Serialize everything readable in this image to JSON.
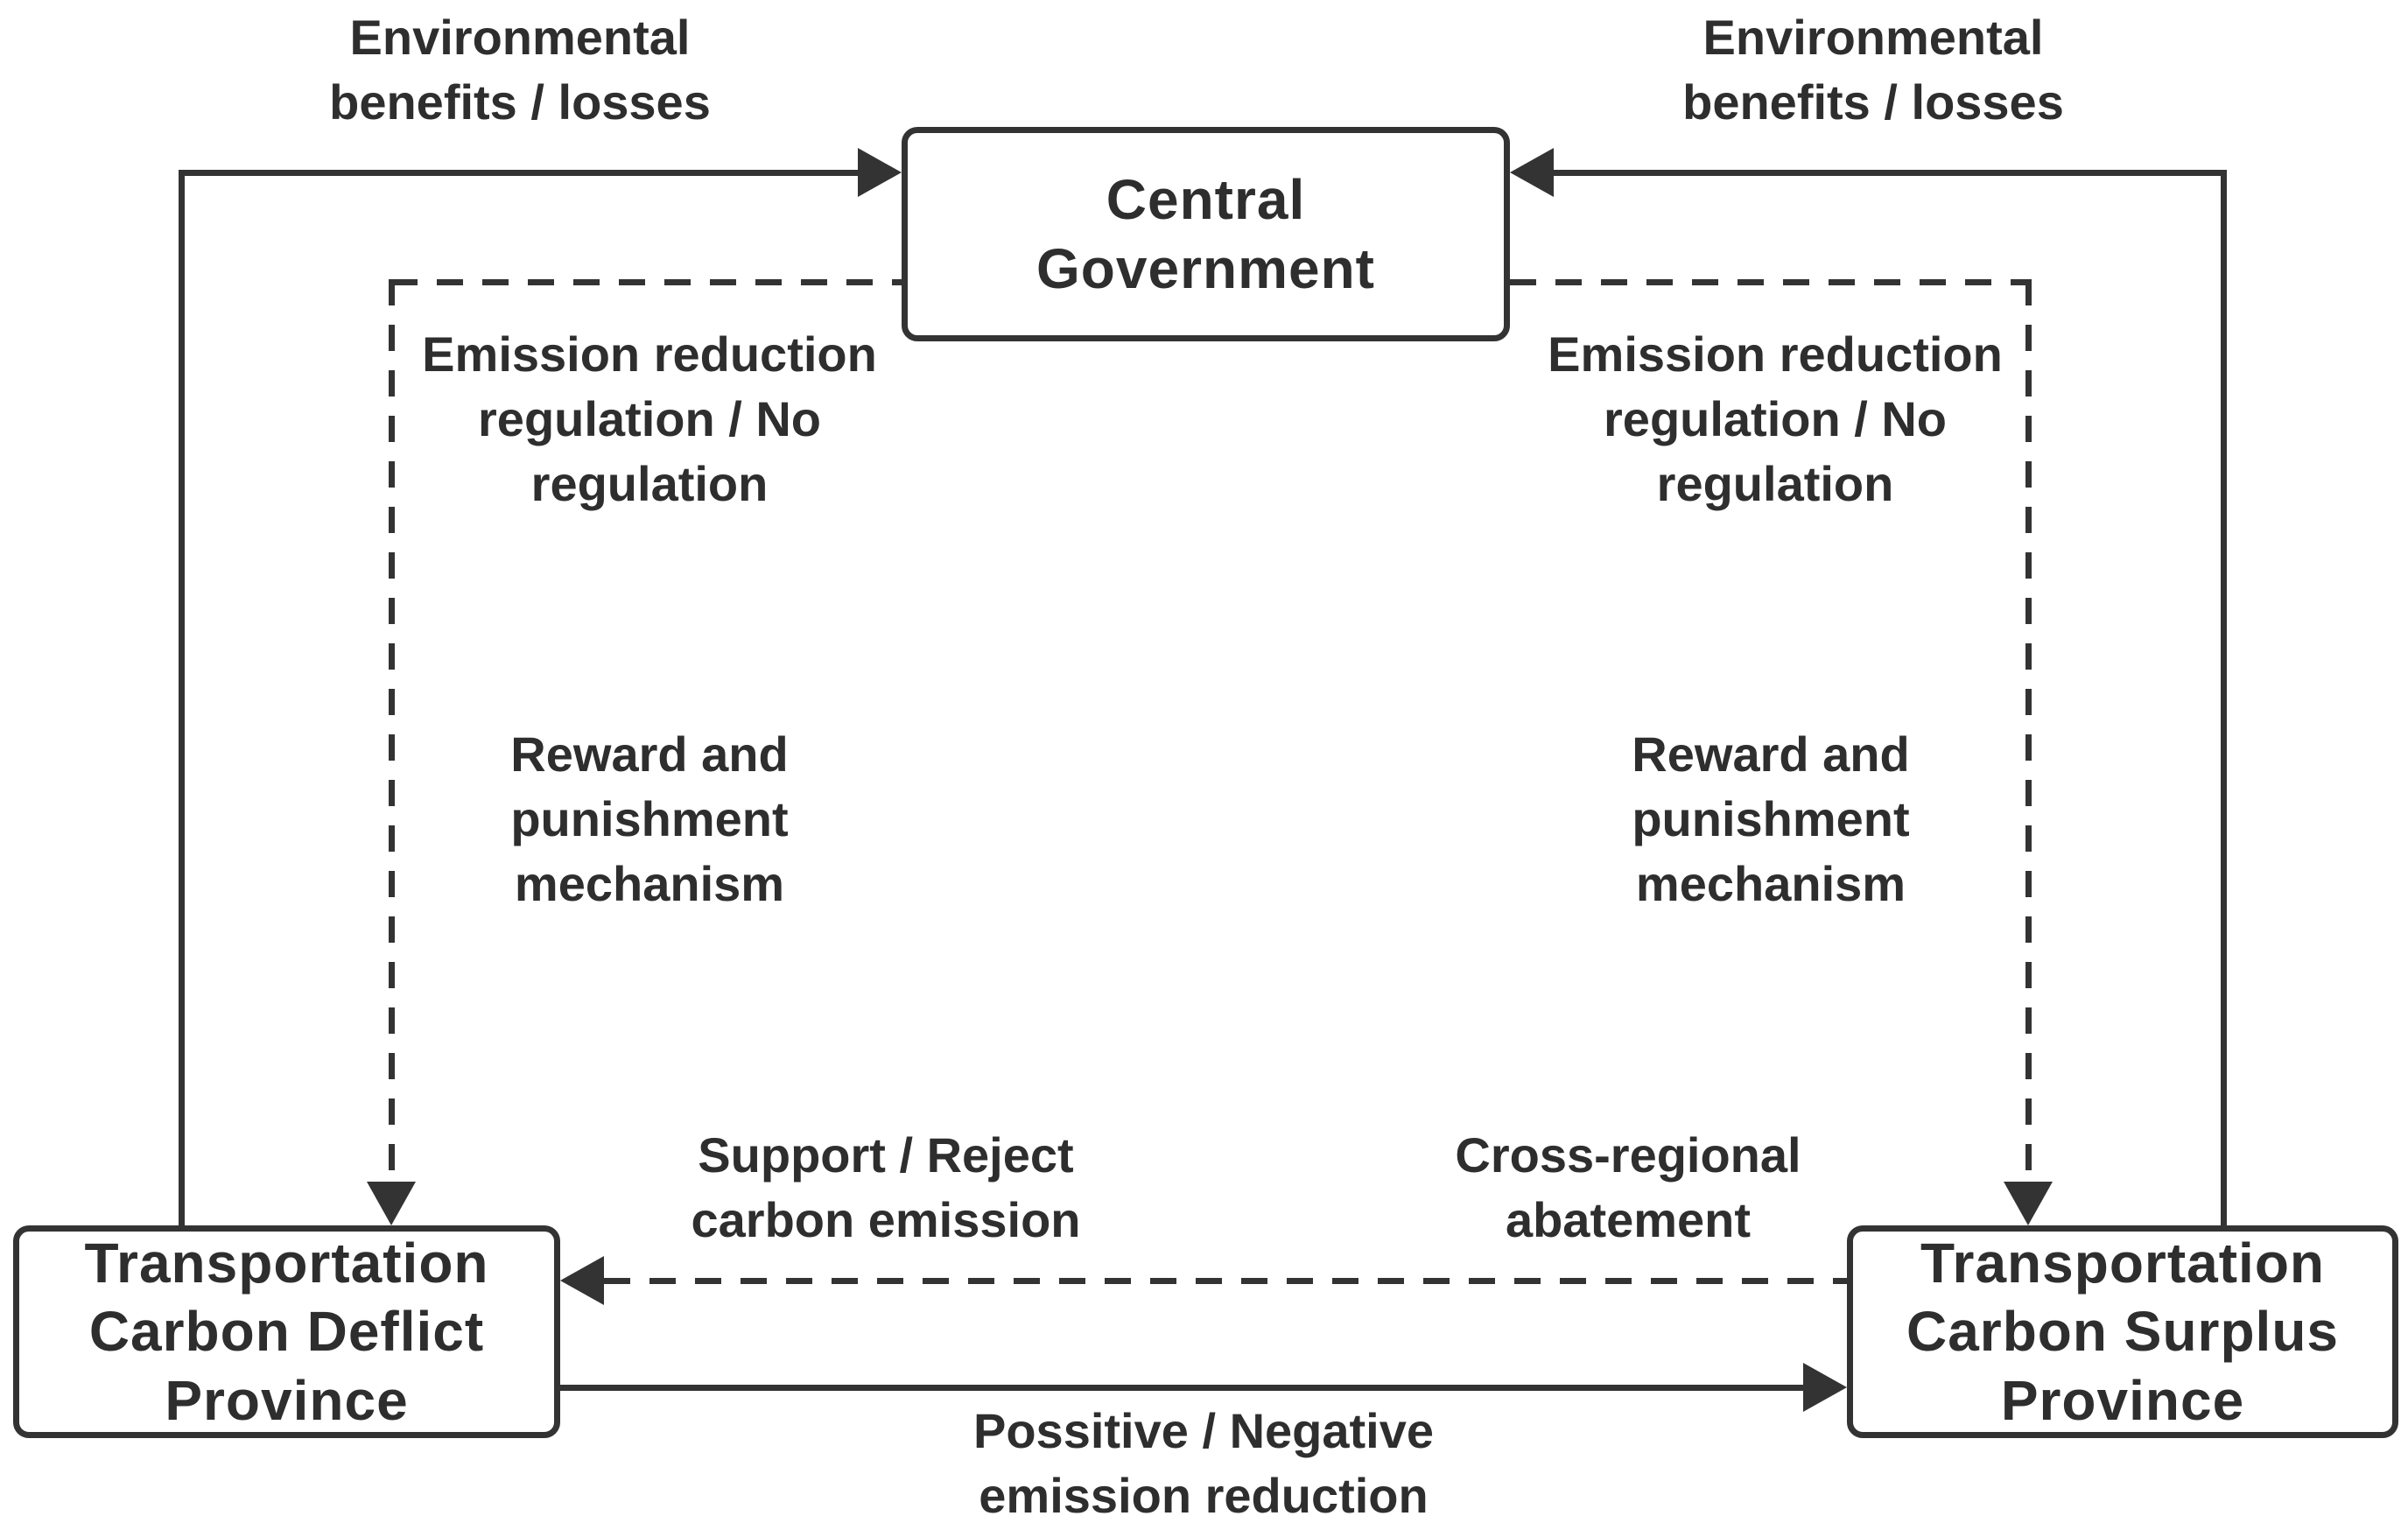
{
  "nodes": {
    "central": "Central\nGovernment",
    "deflict": "Transportation\nCarbon Deflict\nProvince",
    "surplus": "Transportation\nCarbon Surplus\nProvince"
  },
  "labels": {
    "env_left": "Environmental\nbenefits / losses",
    "env_right": "Environmental\nbenefits / losses",
    "emission_left": "Emission reduction\nregulation / No\nregulation",
    "emission_right": "Emission reduction\nregulation / No\nregulation",
    "reward_left": "Reward and\npunishment\nmechanism",
    "reward_right": "Reward and\npunishment\nmechanism",
    "support": "Support / Reject\ncarbon emission",
    "cross": "Cross-regional\nabatement",
    "possitive": "Possitive / Negative\nemission reduction"
  },
  "edges": [
    {
      "from": "deflict",
      "to": "central",
      "style": "solid",
      "labels": [
        "Environmental benefits / losses"
      ]
    },
    {
      "from": "surplus",
      "to": "central",
      "style": "solid",
      "labels": [
        "Environmental benefits / losses"
      ]
    },
    {
      "from": "central",
      "to": "deflict",
      "style": "dashed",
      "labels": [
        "Emission reduction regulation / No regulation",
        "Reward and punishment mechanism"
      ]
    },
    {
      "from": "central",
      "to": "surplus",
      "style": "dashed",
      "labels": [
        "Emission reduction regulation / No regulation",
        "Reward and punishment mechanism"
      ]
    },
    {
      "from": "surplus",
      "to": "deflict",
      "style": "dashed",
      "labels": [
        "Support / Reject carbon emission",
        "Cross-regional abatement"
      ]
    },
    {
      "from": "deflict",
      "to": "surplus",
      "style": "solid",
      "labels": [
        "Possitive / Negative emission reduction"
      ]
    }
  ],
  "colors": {
    "line": "#333333",
    "text": "#2e2e2e",
    "background": "#ffffff",
    "node_fill": "#ffffff"
  }
}
